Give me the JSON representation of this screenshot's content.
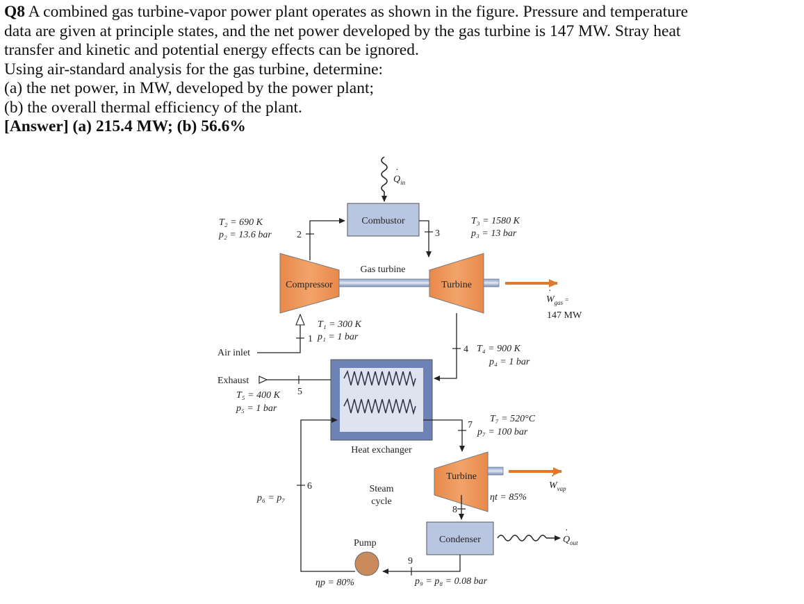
{
  "question": {
    "line1_num": "Q8",
    "line1_rest": " A combined gas turbine-vapor power plant operates as shown in the figure. Pressure and temperature",
    "line2": "data are given at principle states, and the net power developed by the gas turbine is 147 MW. Stray heat",
    "line3": "transfer and kinetic and potential energy effects can be ignored.",
    "line4": "Using air-standard analysis for the gas turbine, determine:",
    "line5": "(a) the net power, in MW, developed by the power plant;",
    "line6": "(b) the overall thermal efficiency of the plant.",
    "answer": "[Answer] (a) 215.4 MW; (b) 56.6%"
  },
  "diagram": {
    "q_in": "Q",
    "q_in_sub": "in",
    "combustor": "Combustor",
    "gas_turbine_label": "Gas turbine",
    "compressor": "Compressor",
    "turbine_gas": "Turbine",
    "w_gas": "W",
    "w_gas_sub": "gas",
    "w_gas_eq": " =",
    "w_gas_value": "147 MW",
    "state2_T": "T₂ = 690 K",
    "state2_p": "p₂ = 13.6 bar",
    "state2_num": "2",
    "state3_T": "T₃ = 1580 K",
    "state3_p": "p₃ = 13 bar",
    "state3_num": "3",
    "state1_T": "T₁ = 300 K",
    "state1_p": "p₁ = 1 bar",
    "state1_num": "1",
    "state4_T": "T₄ = 900 K",
    "state4_p": "p₄ = 1 bar",
    "state4_num": "4",
    "air_inlet": "Air inlet",
    "exhaust": "Exhaust",
    "state5_T": "T₅ = 400 K",
    "state5_p": "p₅ = 1 bar",
    "state5_num": "5",
    "heat_exchanger": "Heat exchanger",
    "state7_T": "T₇ = 520°C",
    "state7_p": "p₇ = 100 bar",
    "state7_num": "7",
    "turbine_vap": "Turbine",
    "eta_t": "ηt = 85%",
    "w_vap": "W",
    "w_vap_sub": "vap",
    "state6_num": "6",
    "p6_eq": "p₆ = p₇",
    "steam_cycle_1": "Steam",
    "steam_cycle_2": "cycle",
    "state8_num": "8",
    "condenser": "Condenser",
    "q_out": "Q",
    "q_out_sub": "out",
    "pump": "Pump",
    "state9_num": "9",
    "eta_p": "ηp = 80%",
    "p9_eq": "p₉ = p₈ = 0.08 bar"
  }
}
